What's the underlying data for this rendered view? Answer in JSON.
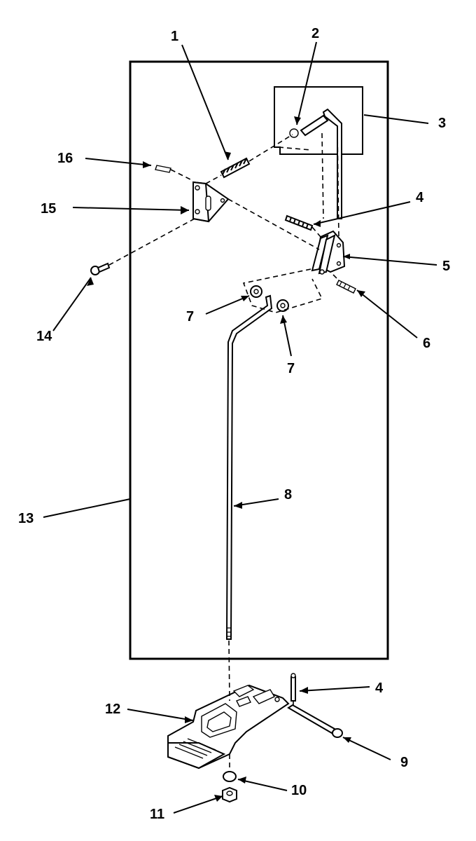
{
  "callouts": {
    "c1": "1",
    "c2": "2",
    "c3": "3",
    "c4a": "4",
    "c4b": "4",
    "c5": "5",
    "c6": "6",
    "c7a": "7",
    "c7b": "7",
    "c8": "8",
    "c9": "9",
    "c10": "10",
    "c11": "11",
    "c12": "12",
    "c13": "13",
    "c14": "14",
    "c15": "15",
    "c16": "16"
  }
}
